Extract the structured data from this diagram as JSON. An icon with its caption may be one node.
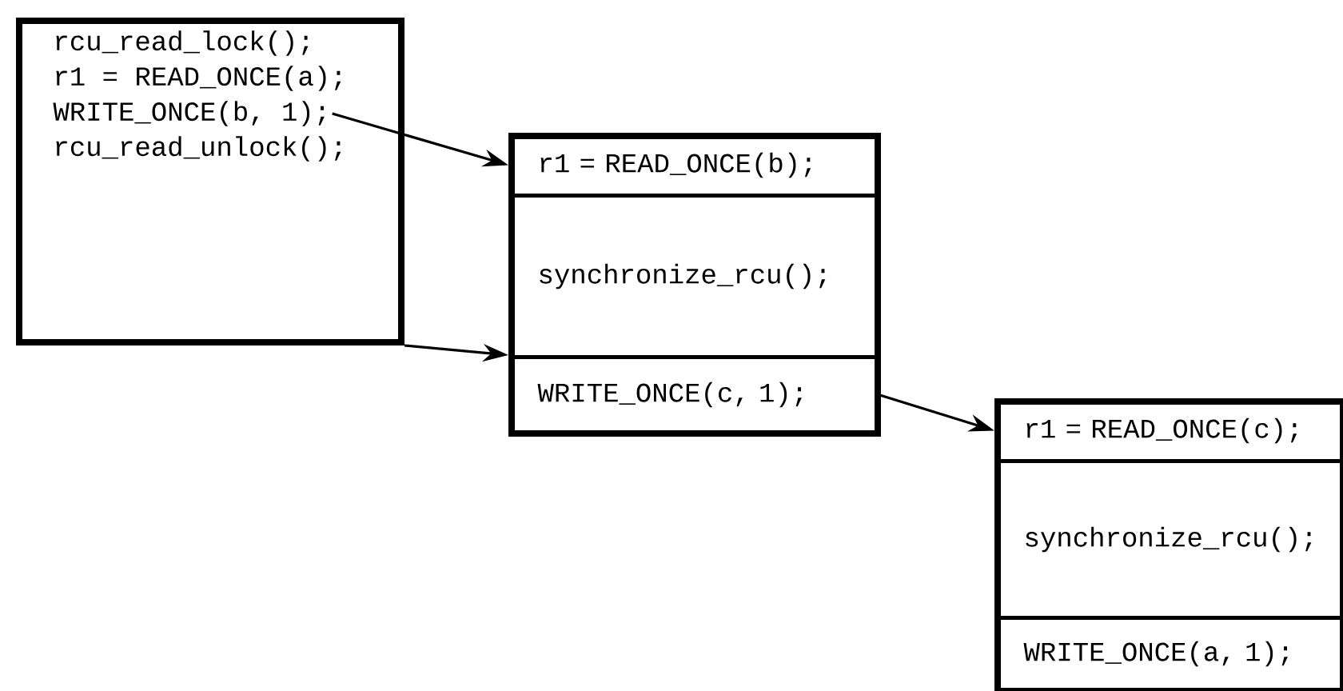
{
  "diagram": {
    "nodes": [
      {
        "text": [],
        "shape": "box"
      },
      {
        "text": [
          "rcu_read_lock();"
        ],
        "in": 0
      },
      {
        "text": [
          "r1 = READ_ONCE(a);"
        ],
        "in": 0
      },
      {
        "text": [
          "WRITE_ONCE(b, 1);"
        ],
        "in": 0
      },
      {
        "text": [
          "rcu_read_unlock();"
        ],
        "in": 0
      },
      {
        "text": [],
        "shape": "box"
      },
      {
        "text": [
          "r1 = READ_ONCE(b);"
        ],
        "in": 5
      },
      {
        "text": [
          "synchronize_rcu();"
        ],
        "in": 5
      },
      {
        "text": [
          "WRITE_ONCE(c, 1);"
        ],
        "in": 5
      },
      {
        "text": [],
        "shape": "box"
      },
      {
        "text": [
          "r1 = READ_ONCE(c);"
        ],
        "in": 9
      },
      {
        "text": [
          "synchronize_rcu();"
        ],
        "in": 9
      },
      {
        "text": [
          "WRITE_ONCE(a, 1);"
        ],
        "in": 9
      }
    ],
    "edges": [
      {
        "from": 3,
        "to": 6,
        "arrow": "to"
      },
      {
        "from": 0,
        "to": 8,
        "arrow": "to"
      },
      {
        "from": 8,
        "to": 10,
        "arrow": "to"
      }
    ]
  }
}
